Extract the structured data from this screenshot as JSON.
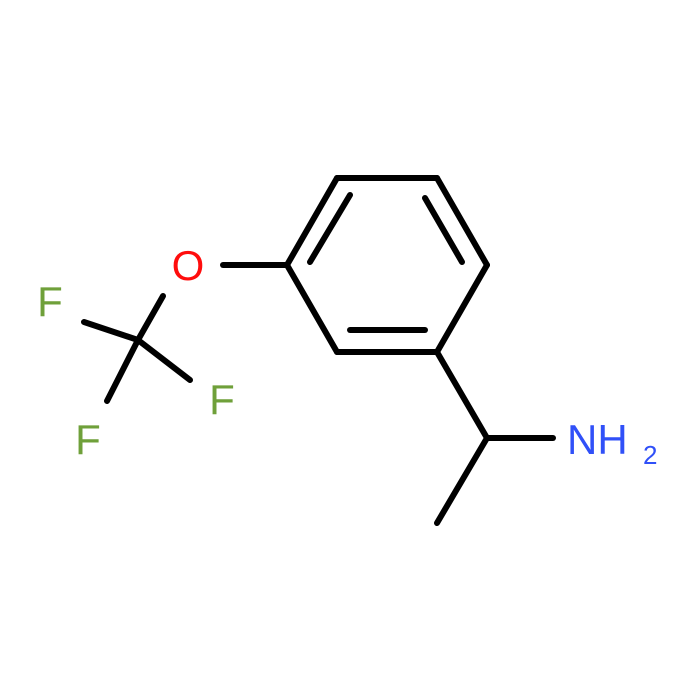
{
  "molecule": {
    "atoms": {
      "oxygen": {
        "label": "O",
        "color": "#ff0d0d"
      },
      "nitrogen": {
        "label": "NH",
        "subscript": "2",
        "color": "#3050f8"
      },
      "fluorine_1": {
        "label": "F",
        "color": "#6fa03a"
      },
      "fluorine_2": {
        "label": "F",
        "color": "#6fa03a"
      },
      "fluorine_3": {
        "label": "F",
        "color": "#6fa03a"
      }
    },
    "bond_color": "#000000"
  }
}
